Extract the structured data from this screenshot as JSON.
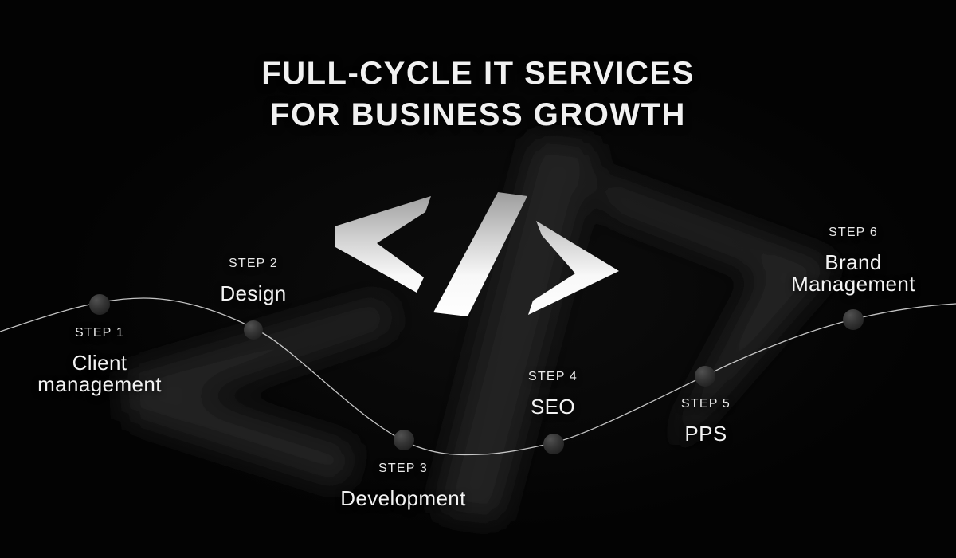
{
  "title": {
    "line1": "FULL-CYCLE IT SERVICES",
    "line2": "FOR BUSINESS GROWTH"
  },
  "steps": [
    {
      "label": "STEP 1",
      "name": "Client management"
    },
    {
      "label": "STEP 2",
      "name": "Design"
    },
    {
      "label": "STEP 3",
      "name": "Development"
    },
    {
      "label": "STEP 4",
      "name": "SEO"
    },
    {
      "label": "STEP 5",
      "name": "PPS"
    },
    {
      "label": "STEP 6",
      "name": "Brand Management"
    }
  ],
  "icon": {
    "name": "code-icon",
    "glyph": "</>"
  },
  "colors": {
    "background": "#030303",
    "title_text": "#f1f1f1",
    "step_text": "#f3f3f3",
    "curve": "#d9d9d9",
    "dot": "#373737",
    "icon_gradient_top": "#9a9a9a",
    "icon_gradient_bottom": "#ffffff",
    "shadow_shape": "#212121"
  }
}
